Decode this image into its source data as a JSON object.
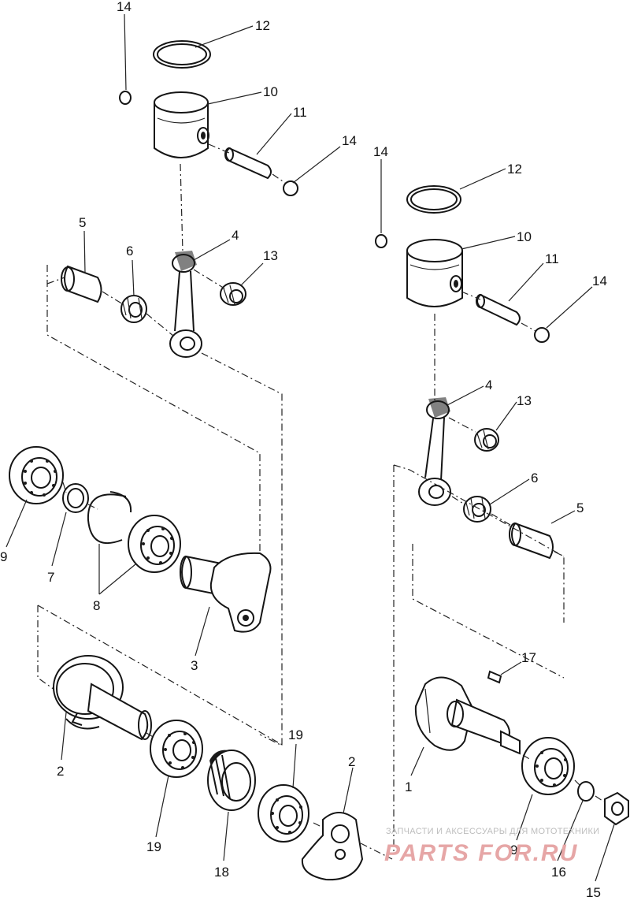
{
  "callouts": {
    "left": {
      "n14a": "14",
      "n12": "12",
      "n10": "10",
      "n11": "11",
      "n14b": "14",
      "n5": "5",
      "n6": "6",
      "n4": "4",
      "n13": "13",
      "n9": "9",
      "n7": "7",
      "n8": "8",
      "n3": "3",
      "n2": "2",
      "n19a": "19",
      "n19b": "19",
      "n18": "18",
      "n2b": "2"
    },
    "right": {
      "n14a": "14",
      "n12": "12",
      "n10": "10",
      "n11": "11",
      "n14b": "14",
      "n4": "4",
      "n13": "13",
      "n6": "6",
      "n5": "5",
      "n17": "17",
      "n1": "1",
      "n9": "9",
      "n16": "16",
      "n15": "15"
    }
  },
  "watermark": {
    "caption": "ЗАПЧАСТИ И АКСЕССУАРЫ ДЛЯ МОТОТЕХНИКИ",
    "logo": "PARTS FOR.RU"
  }
}
